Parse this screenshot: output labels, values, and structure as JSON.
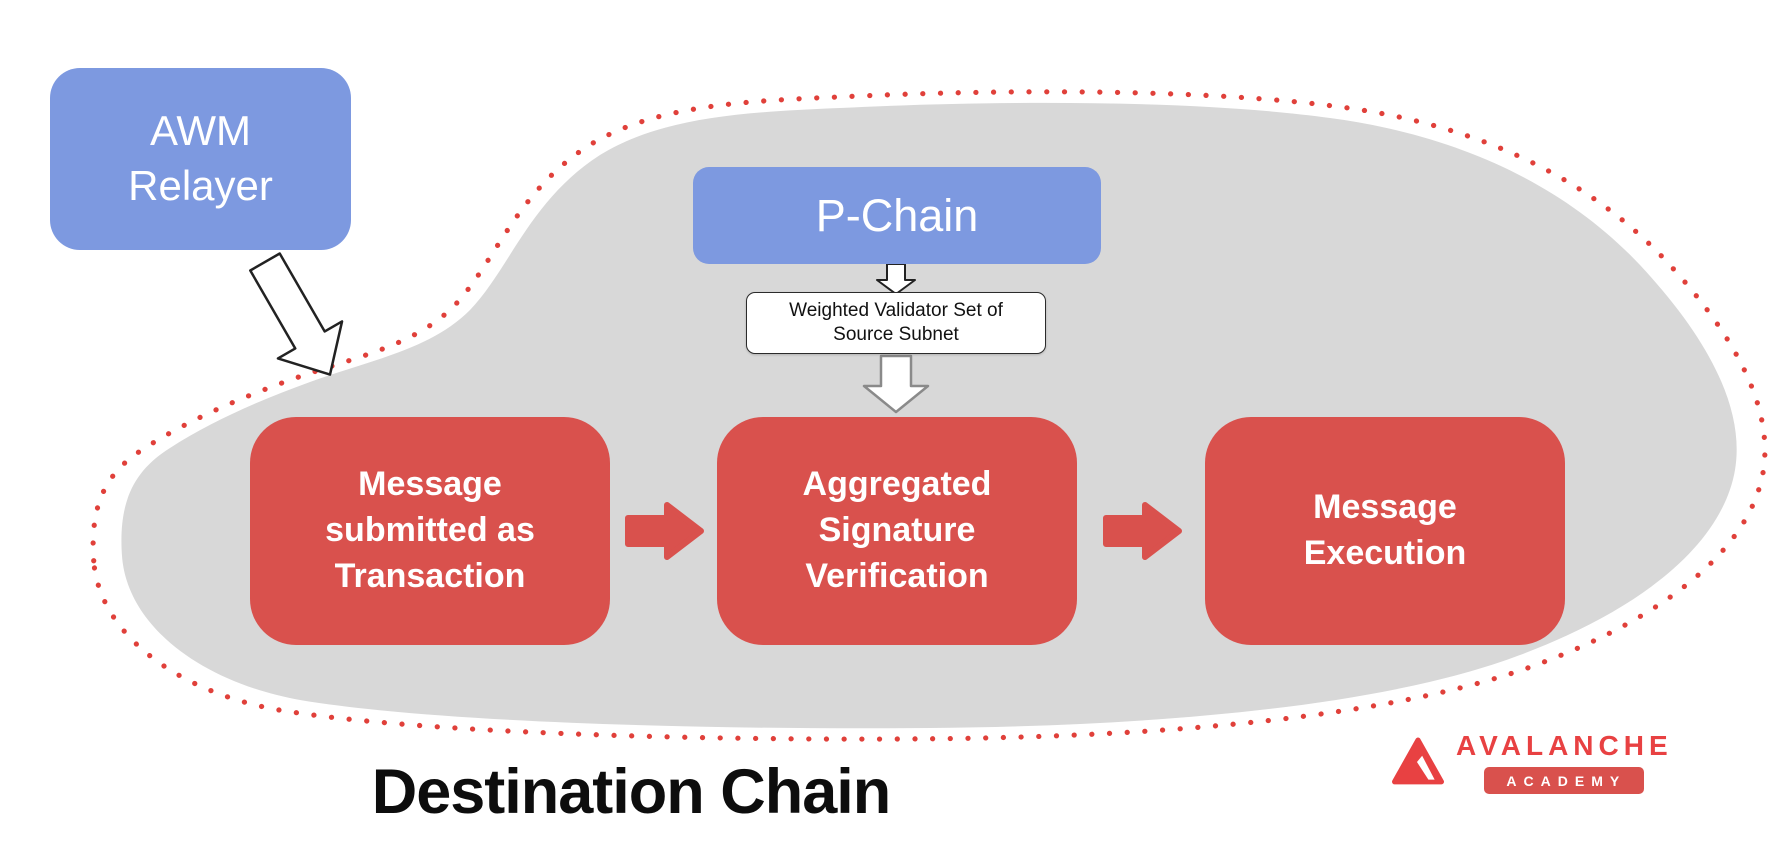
{
  "diagram": {
    "title": "Destination Chain",
    "awm_relayer": {
      "label": "AWM\nRelayer"
    },
    "p_chain": {
      "label": "P-Chain"
    },
    "validator_set": {
      "label": "Weighted Validator Set of\nSource Subnet"
    },
    "steps": [
      {
        "label": "Message\nsubmitted as\nTransaction"
      },
      {
        "label": "Aggregated\nSignature\nVerification"
      },
      {
        "label": "Message\nExecution"
      }
    ],
    "colors": {
      "node_blue": "#7d99e0",
      "step_red": "#d9514d",
      "subnet_gray": "#d8d8d8",
      "dotted_red": "#e0403a",
      "brand_red": "#e84142"
    }
  },
  "logo": {
    "brand": "AVALANCHE",
    "badge": "ACADEMY"
  }
}
